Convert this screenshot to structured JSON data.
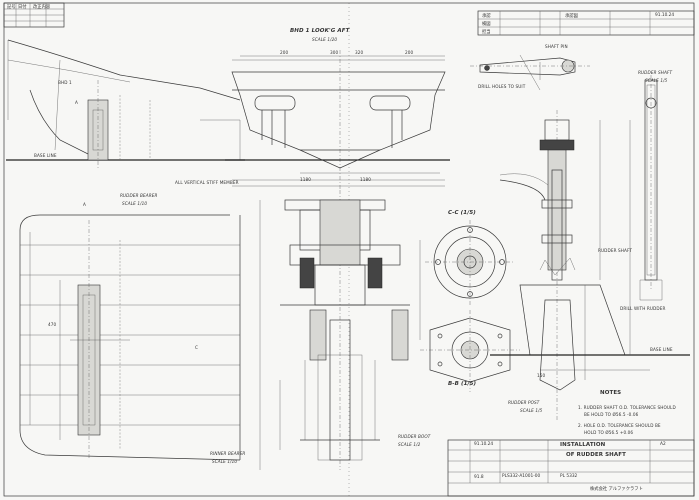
{
  "revision_table": {
    "header": "記号",
    "col1": "日付",
    "col2": "改正内容"
  },
  "approval": {
    "row1_label": "承認",
    "row2_label": "検図",
    "row3_label": "担当",
    "doc_title": "承認図",
    "date": "91.10.24"
  },
  "views": {
    "bhd_title": "BHD 1  LOOK'G AFT",
    "bhd_scale": "SCALE 1/20",
    "rudder_bearing_title": "RUDDER BEARER",
    "rudder_bearing_scale": "SCALE 1/10",
    "rudder_shaft_title": "RUDDER SHAFT",
    "rudder_shaft_scale": "SCALE 1/5",
    "section_cc": "C-C (1/5)",
    "section_bb": "B-B (1/5)",
    "rudder_post_title": "RUDDER POST",
    "rudder_post_scale": "SCALE 1/5",
    "rudder_boot_title": "RUDDER BOOT",
    "rudder_boot_scale": "SCALE 1/2",
    "rinner_bearer_title": "RINNER BEARER",
    "rinner_bearer_scale": "SCALE 1/10"
  },
  "annotations": {
    "base_line_left": "BASE LINE",
    "base_line_right": "BASE LINE",
    "bhd1": "BHD 1",
    "all_vertical": "ALL VERTICAL STIFF MEMBER",
    "drill_holes": "DRILL HOLES TO SUIT",
    "rudder_shaft_note": "RUDDER SHAFT",
    "drill_note": "DRILL WITH RUDDER",
    "shaft_pin": "SHAFT PIN",
    "point_a": "A",
    "point_c": "C"
  },
  "dimensions": [
    "200",
    "300",
    "320",
    "200",
    "1180",
    "1180",
    "150",
    "470"
  ],
  "notes": {
    "heading": "NOTES",
    "items": [
      "1. RUDDER SHAFT O.D. TOLERANCE SHOULD",
      "BE HOLD TO Ø56.5 -0.06",
      "2. HOLE O.D. TOLERANCE SHOULD BE",
      "HOLD TO Ø56.5 +0.06"
    ]
  },
  "title_block": {
    "date": "91.10.24",
    "date2": "91.8",
    "title_line1": "INSTALLATION",
    "title_line2": "OF RUDDER SHAFT",
    "drawing_no": "PLS332-A1001-00",
    "code": "PL 5332",
    "company": "株式会社 アルファクラフト",
    "size": "A2"
  }
}
